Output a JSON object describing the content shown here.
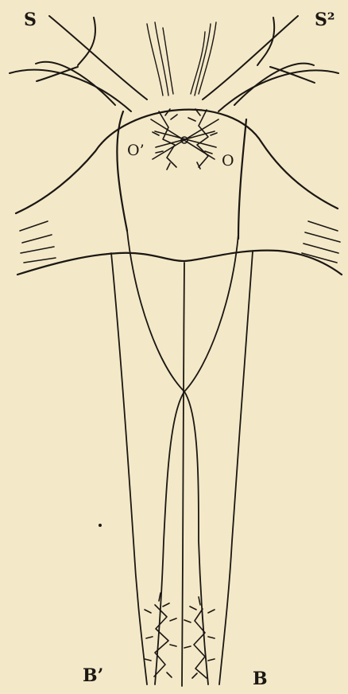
{
  "figure": {
    "labels": {
      "upper_left": "S",
      "upper_right": "S²",
      "nucleus_left": "O’",
      "nucleus_right": "O",
      "lower_left": "B’",
      "lower_right": "B"
    },
    "colors": {
      "paper": "#f3e8c8",
      "ink": "#1b1712"
    }
  }
}
